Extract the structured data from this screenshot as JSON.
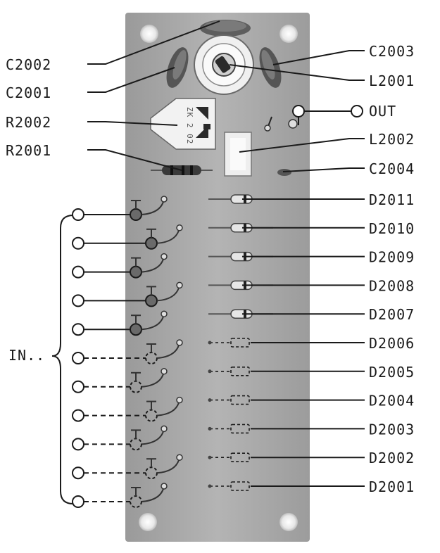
{
  "labels_left": {
    "c2002": "C2002",
    "c2001": "C2001",
    "r2002": "R2002",
    "r2001": "R2001",
    "in": "IN.."
  },
  "labels_right": {
    "c2003": "C2003",
    "l2001": "L2001",
    "out": "OUT",
    "l2002": "L2002",
    "c2004": "C2004"
  },
  "diodes": [
    {
      "id": "d2011",
      "label": "D2011",
      "installed": true
    },
    {
      "id": "d2010",
      "label": "D2010",
      "installed": true
    },
    {
      "id": "d2009",
      "label": "D2009",
      "installed": true
    },
    {
      "id": "d2008",
      "label": "D2008",
      "installed": true
    },
    {
      "id": "d2007",
      "label": "D2007",
      "installed": true
    },
    {
      "id": "d2006",
      "label": "D2006",
      "installed": false
    },
    {
      "id": "d2005",
      "label": "D2005",
      "installed": false
    },
    {
      "id": "d2004",
      "label": "D2004",
      "installed": false
    },
    {
      "id": "d2003",
      "label": "D2003",
      "installed": false
    },
    {
      "id": "d2002",
      "label": "D2002",
      "installed": false
    },
    {
      "id": "d2001",
      "label": "D2001",
      "installed": false
    }
  ],
  "inputs": [
    {
      "installed": true
    },
    {
      "installed": true
    },
    {
      "installed": true
    },
    {
      "installed": true
    },
    {
      "installed": true
    },
    {
      "installed": false
    },
    {
      "installed": false
    },
    {
      "installed": false
    },
    {
      "installed": false
    },
    {
      "installed": false
    },
    {
      "installed": false
    }
  ],
  "trimmer_marking": "ZK 2 02",
  "colors": {
    "board": "#a6a6a6",
    "ink": "#1a1a1a",
    "hole": "#eeeeee"
  }
}
